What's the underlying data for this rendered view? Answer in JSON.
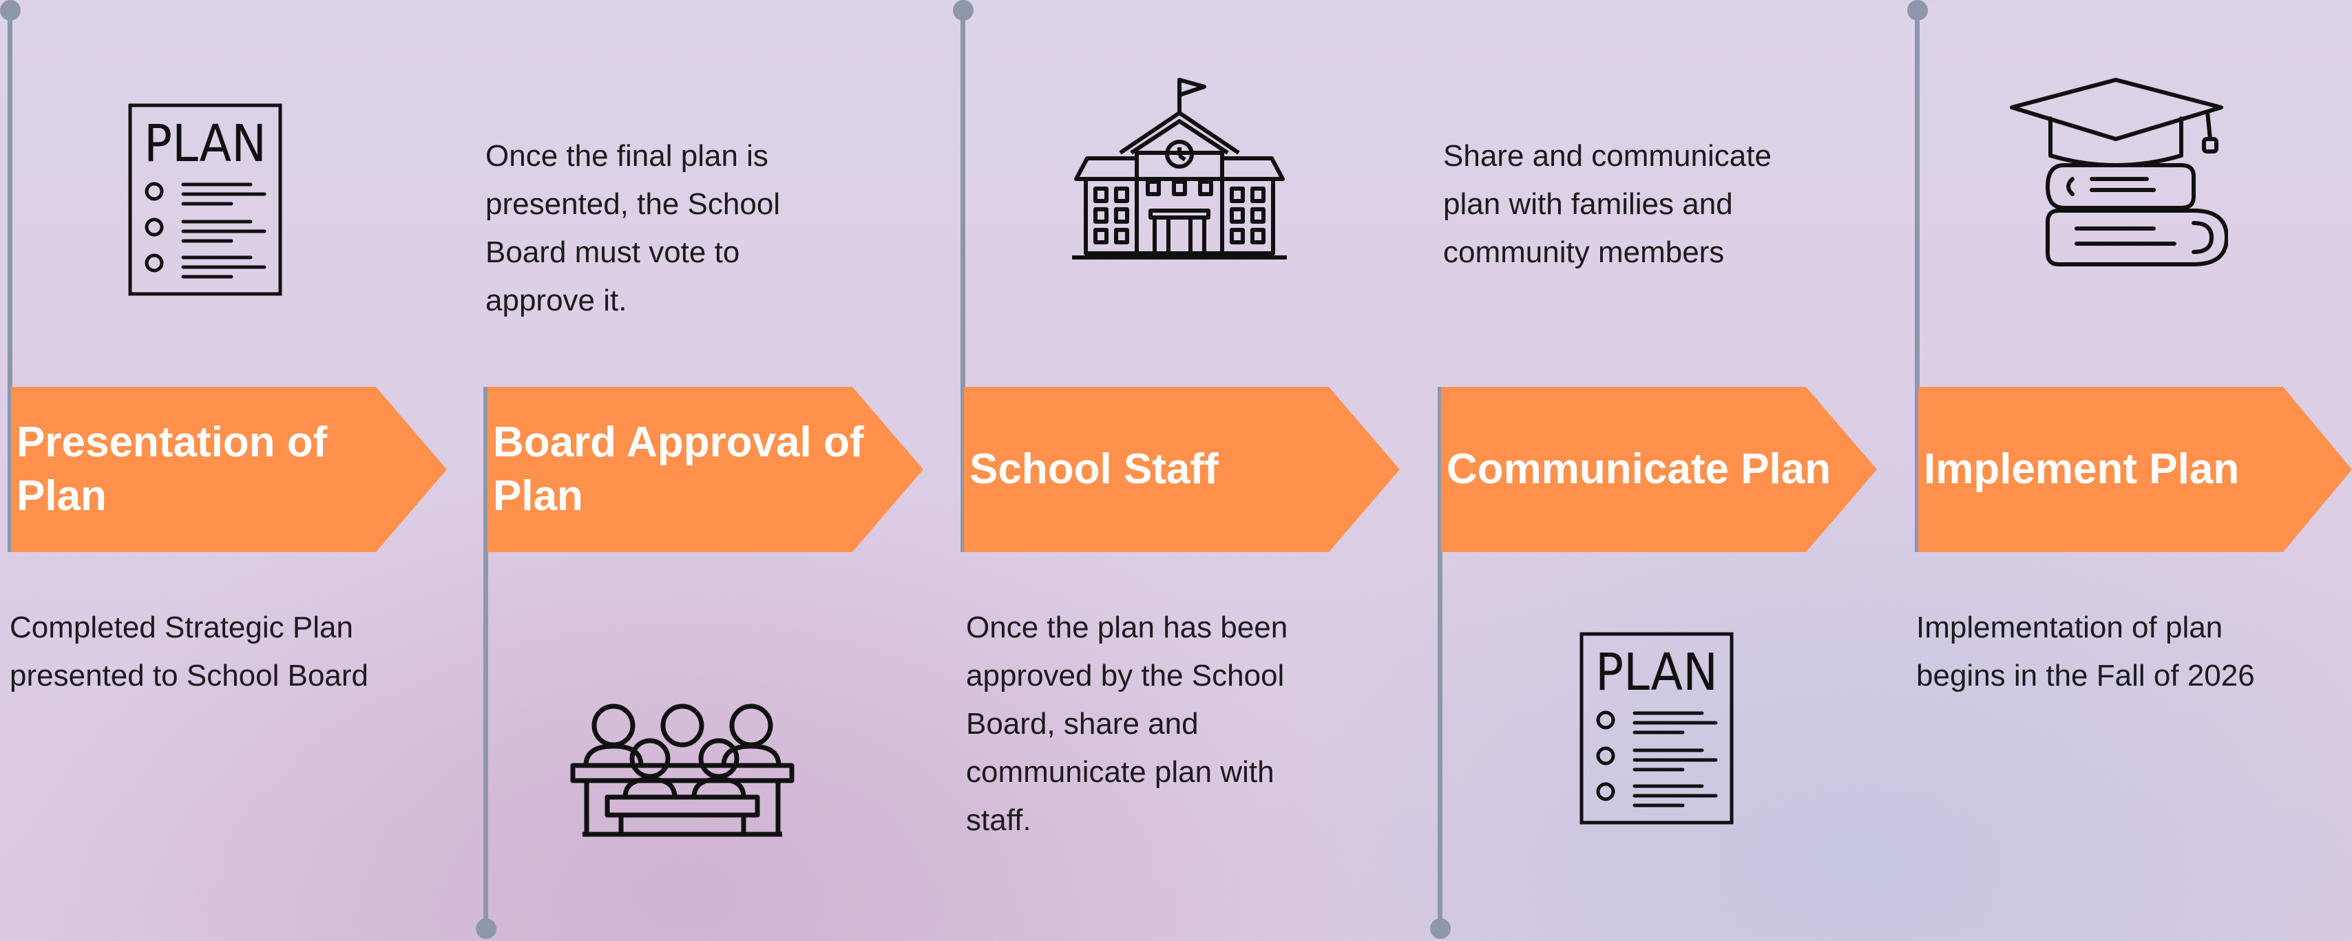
{
  "colors": {
    "arrow": "#ff914d",
    "line": "#8e97ab",
    "text": "#1b1b1b",
    "icon": "#111111"
  },
  "steps": [
    {
      "title": "Presentation of Plan",
      "description": "Completed Strategic Plan presented to School Board",
      "icon": "plan-document-icon"
    },
    {
      "title": "Board Approval of Plan",
      "description": "Once the final plan is presented, the School Board must vote to approve it.",
      "icon": "board-members-icon"
    },
    {
      "title": "School Staff",
      "description": "Once the plan has been approved by the School Board, share and communicate plan with staff.",
      "icon": "school-building-icon"
    },
    {
      "title": "Communicate Plan",
      "description": "Share and communicate plan with families and community members",
      "icon": "plan-document-icon"
    },
    {
      "title": "Implement Plan",
      "description": "Implementation of plan begins in the Fall of 2026",
      "icon": "graduation-books-icon"
    }
  ]
}
